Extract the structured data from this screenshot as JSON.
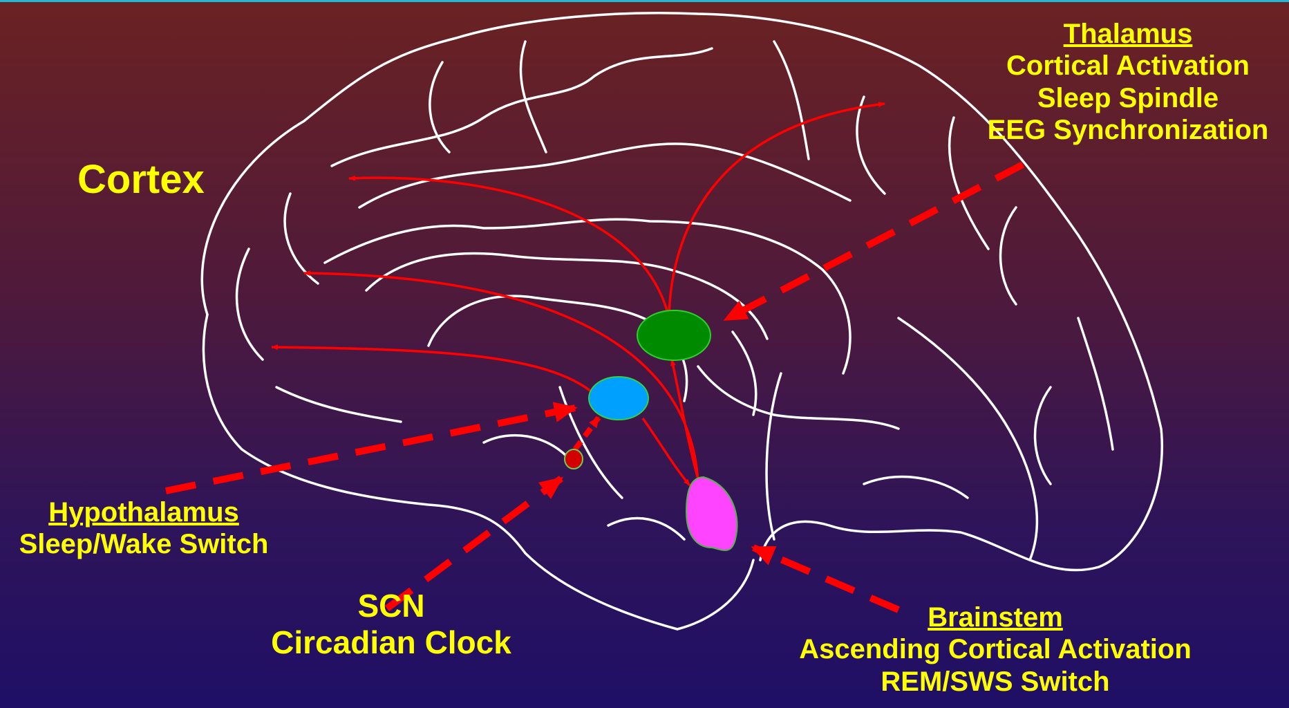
{
  "labels": {
    "cortex": "Cortex",
    "thalamus": {
      "title": "Thalamus",
      "lines": [
        "Cortical  Activation",
        "Sleep Spindle",
        "EEG Synchronization"
      ]
    },
    "hypothalamus": {
      "title": "Hypothalamus",
      "lines": [
        "Sleep/Wake Switch"
      ]
    },
    "scn": {
      "title": "SCN",
      "lines": [
        "Circadian Clock"
      ]
    },
    "brainstem": {
      "title": "Brainstem",
      "lines": [
        "Ascending Cortical Activation",
        "REM/SWS Switch"
      ]
    }
  },
  "colors": {
    "text": "#ffff00",
    "arrow": "#ff0000",
    "brain_outline": "#ffffff",
    "thalamus": "#008a00",
    "hypothalamus": "#00a0ff",
    "scn": "#d40000",
    "brainstem": "#ff44ff",
    "top_border": "#21b8d8"
  }
}
